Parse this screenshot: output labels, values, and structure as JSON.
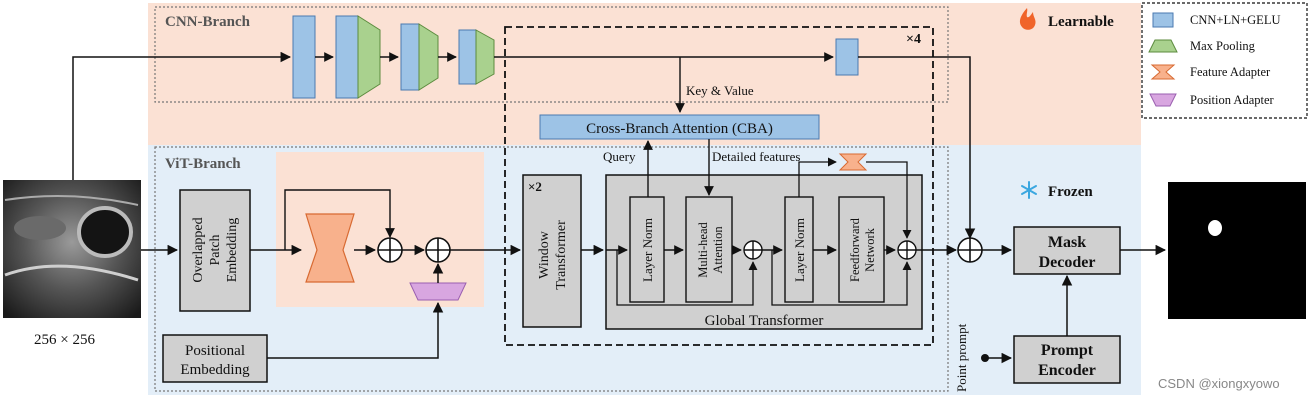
{
  "colors": {
    "cnn_block": "#9dc3e6",
    "cnn_block_stroke": "#4a7ab0",
    "max_pool": "#a9d18e",
    "feature_adapter": "#f8b18c",
    "position_adapter": "#d8a6e0",
    "learnable_bg": "#fbe1d4",
    "frozen_bg": "#e3eef8",
    "gray_box": "#d0d0d0",
    "cba_box": "#9dc3e6"
  },
  "icons": {
    "learnable": "flame-icon",
    "frozen": "snowflake-icon"
  },
  "labels": {
    "cnn_branch": "CNN-Branch",
    "vit_branch": "ViT-Branch",
    "learnable": "Learnable",
    "frozen": "Frozen",
    "times4": "×4",
    "times2": "×2",
    "key_value": "Key & Value",
    "query": "Query",
    "detailed_features": "Detailed features",
    "cba": "Cross-Branch Attention (CBA)",
    "patch_embed": [
      "Overlapped",
      "Patch",
      "Embedding"
    ],
    "window_transformer": [
      "Window",
      "Transformer"
    ],
    "layer_norm_1": "Layer Norm",
    "mha": [
      "Multi-head",
      "Attention"
    ],
    "layer_norm_2": "Layer Norm",
    "ffn": [
      "Feedforward",
      "Network"
    ],
    "global_transformer": "Global Transformer",
    "positional_embedding": [
      "Positional",
      "Embedding"
    ],
    "mask_decoder": [
      "Mask",
      "Decoder"
    ],
    "prompt_encoder": [
      "Prompt",
      "Encoder"
    ],
    "point_prompt": "Point prompt",
    "input_size": "256 × 256",
    "watermark": "CSDN @xiongxyowo"
  },
  "legend": {
    "items": [
      {
        "label": "CNN+LN+GELU",
        "icon": "blue-rect-icon"
      },
      {
        "label": "Max Pooling",
        "icon": "green-trapezoid-icon"
      },
      {
        "label": "Feature Adapter",
        "icon": "bowtie-icon"
      },
      {
        "label": "Position Adapter",
        "icon": "purple-trapezoid-icon"
      }
    ]
  }
}
